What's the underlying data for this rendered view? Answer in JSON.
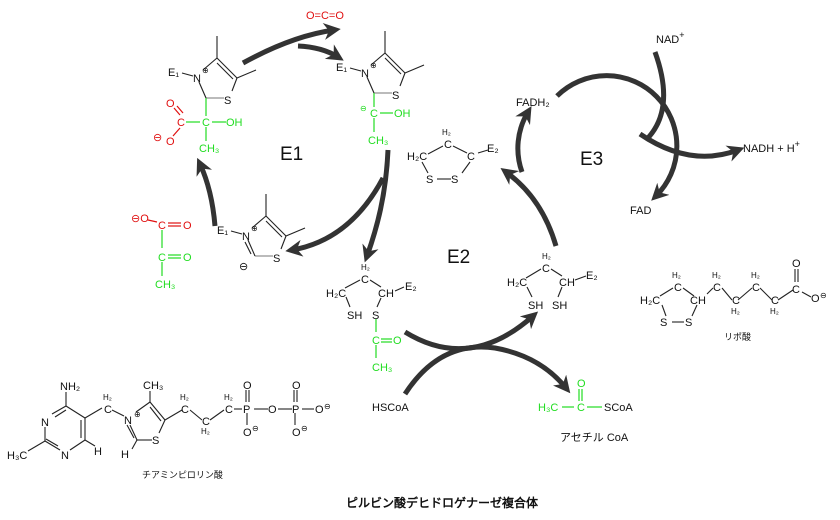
{
  "title": "ピルビン酸デヒドロゲナーゼ複合体",
  "enzymes": {
    "e1": "E1",
    "e2": "E2",
    "e3": "E3"
  },
  "cofactors": {
    "co2": "O=C=O",
    "nad": "NAD",
    "nad_charge": "+",
    "nadh": "NADH + H",
    "nadh_charge": "+",
    "fadh2": "FADH₂",
    "fad": "FAD",
    "hscoa": "HSCoA"
  },
  "labels": {
    "tpp": "チアミンピロリン酸",
    "lipoic_acid": "リポ酸",
    "acetyl_coa": "アセチル CoA"
  },
  "carboxy_tpp": [
    "E₁",
    "N",
    "⊕",
    "S",
    "C",
    "OH",
    "CH₃",
    "C",
    "O",
    "O",
    "⊖"
  ],
  "hydroxyethyl_tpp": [
    "E₁",
    "N",
    "⊕",
    "S",
    "⊖",
    "C",
    "OH",
    "CH₃"
  ],
  "ylide_tpp": [
    "E₁",
    "N",
    "⊕",
    "S",
    "⊖"
  ],
  "pyruvate": [
    "⊖O",
    "C",
    "O",
    "C",
    "O",
    "CH₃"
  ],
  "oxidized_lipoamide": [
    "H₂",
    "C",
    "H₂C",
    "C",
    "E₂",
    "S",
    "S"
  ],
  "acetyl_lipoamide": [
    "H₂",
    "C",
    "H₂C",
    "CH",
    "E₂",
    "SH",
    "S",
    "C",
    "O",
    "CH₃"
  ],
  "reduced_lipoamide": [
    "H₂",
    "C",
    "H₂C",
    "CH",
    "E₂",
    "SH",
    "SH"
  ],
  "acetyl_coa": [
    "O",
    "H₃C",
    "C",
    "SCoA"
  ],
  "lipoic_acid": [
    "H₂",
    "C",
    "H₂C",
    "CH",
    "S",
    "S",
    "H₂",
    "C",
    "C",
    "H₂",
    "H₂",
    "C",
    "C",
    "H₂",
    "O",
    "C",
    "O",
    "⊖"
  ],
  "tpp": [
    "NH₂",
    "N",
    "H₃C",
    "N",
    "H",
    "H₂",
    "C",
    "N",
    "⊕",
    "CH₃",
    "S",
    "H",
    "H₂",
    "C",
    "C",
    "H₂",
    "H₂",
    "C",
    "P",
    "O",
    "O",
    "⊖",
    "O",
    "P",
    "O",
    "O",
    "⊖",
    "O",
    "⊖"
  ]
}
